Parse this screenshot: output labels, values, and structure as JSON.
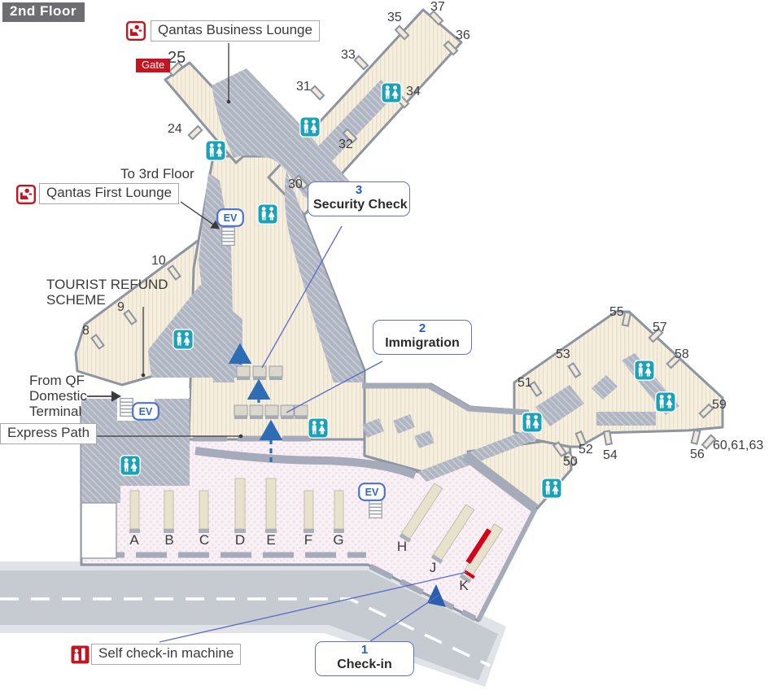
{
  "floor_badge": "2nd Floor",
  "legend": {
    "business_lounge": "Qantas Business Lounge",
    "to_3rd_floor": "To 3rd Floor",
    "first_lounge": "Qantas First Lounge",
    "gate_badge": "Gate",
    "tourist_refund_1": "TOURIST REFUND",
    "tourist_refund_2": "SCHEME",
    "from_qf_1": "From QF",
    "from_qf_2": "Domestic",
    "from_qf_3": "Terminal",
    "express_path": "Express Path",
    "self_checkin": "Self check-in machine",
    "ev_label": "EV"
  },
  "steps": [
    {
      "number": "1",
      "label": "Check-in"
    },
    {
      "number": "2",
      "label": "Immigration"
    },
    {
      "number": "3",
      "label": "Security Check"
    }
  ],
  "gates": [
    "8",
    "9",
    "10",
    "24",
    "25",
    "30",
    "31",
    "32",
    "33",
    "34",
    "35",
    "36",
    "37",
    "50",
    "51",
    "52",
    "53",
    "54",
    "55",
    "56",
    "57",
    "58",
    "59",
    "60,61,63"
  ],
  "checkin_counters": [
    "A",
    "B",
    "C",
    "D",
    "E",
    "F",
    "G",
    "H",
    "J",
    "K"
  ],
  "colors": {
    "accent_red": "#c41420",
    "airside_beige": "#f6efde",
    "structure_gray": "#b2b7c3",
    "hall_pink": "#f9f0f5",
    "toilet_teal": "#1ba2b7",
    "step_blue": "#1d5fc6",
    "road_gray": "#c6cbd1"
  }
}
